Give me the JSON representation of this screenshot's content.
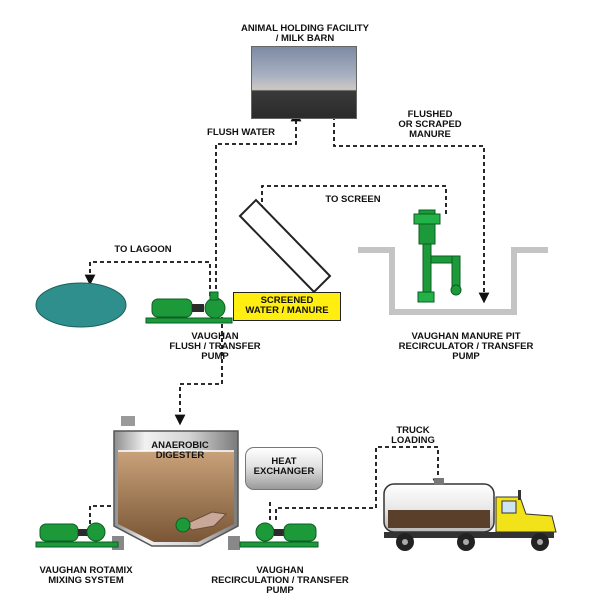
{
  "labels": {
    "barn": "ANIMAL HOLDING FACILITY\n/ MILK BARN",
    "flush_water": "FLUSH WATER",
    "flushed_manure": "FLUSHED\nOR SCRAPED\nMANURE",
    "to_screen": "TO SCREEN",
    "to_lagoon": "TO LAGOON",
    "screened": "SCREENED\nWATER / MANURE",
    "flush_pump": "VAUGHAN\nFLUSH / TRANSFER\nPUMP",
    "pit_pump": "VAUGHAN MANURE PIT\nRECIRCULATOR / TRANSFER\nPUMP",
    "digester": "ANAEROBIC\nDIGESTER",
    "heat_exchanger": "HEAT\nEXCHANGER",
    "truck_loading": "TRUCK\nLOADING",
    "rotamix": "VAUGHAN ROTAMIX\nMIXING SYSTEM",
    "recirc_pump": "VAUGHAN\nRECIRCULATION / TRANSFER\nPUMP"
  },
  "colors": {
    "lagoon": "#2f8f8c",
    "pump_green": "#1c9a3a",
    "screened_box": "#ffee10",
    "truck_yellow": "#f2e21a",
    "digester_liquid": "#b18a63",
    "flow_line": "#111111"
  }
}
